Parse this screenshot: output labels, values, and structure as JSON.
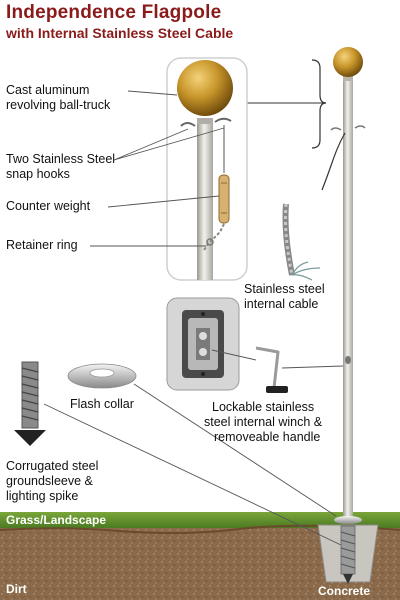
{
  "header": {
    "title": "Independence Flagpole",
    "subtitle": "with Internal Stainless Steel Cable"
  },
  "callouts": {
    "ball_truck": [
      "Cast aluminum",
      "revolving ball-truck"
    ],
    "snap_hooks": [
      "Two Stainless Steel",
      "snap hooks"
    ],
    "counter_weight": "Counter weight",
    "retainer_ring": "Retainer ring",
    "cable": [
      "Stainless steel",
      "internal cable"
    ],
    "flash_collar": "Flash collar",
    "winch": [
      "Lockable stainless",
      "steel internal winch &",
      "removeable handle"
    ],
    "groundsleeve": [
      "Corrugated steel",
      "groundsleeve &",
      "lighting spike"
    ]
  },
  "ground": {
    "grass": "Grass/Landscape",
    "dirt": "Dirt",
    "concrete": "Concrete"
  },
  "colors": {
    "title": "#8b1a1a",
    "ball_gold": "#c8962a",
    "pole_silver": "#d4d2cc",
    "grass": "#5a8a2a",
    "dirt": "#8a6a4a"
  }
}
